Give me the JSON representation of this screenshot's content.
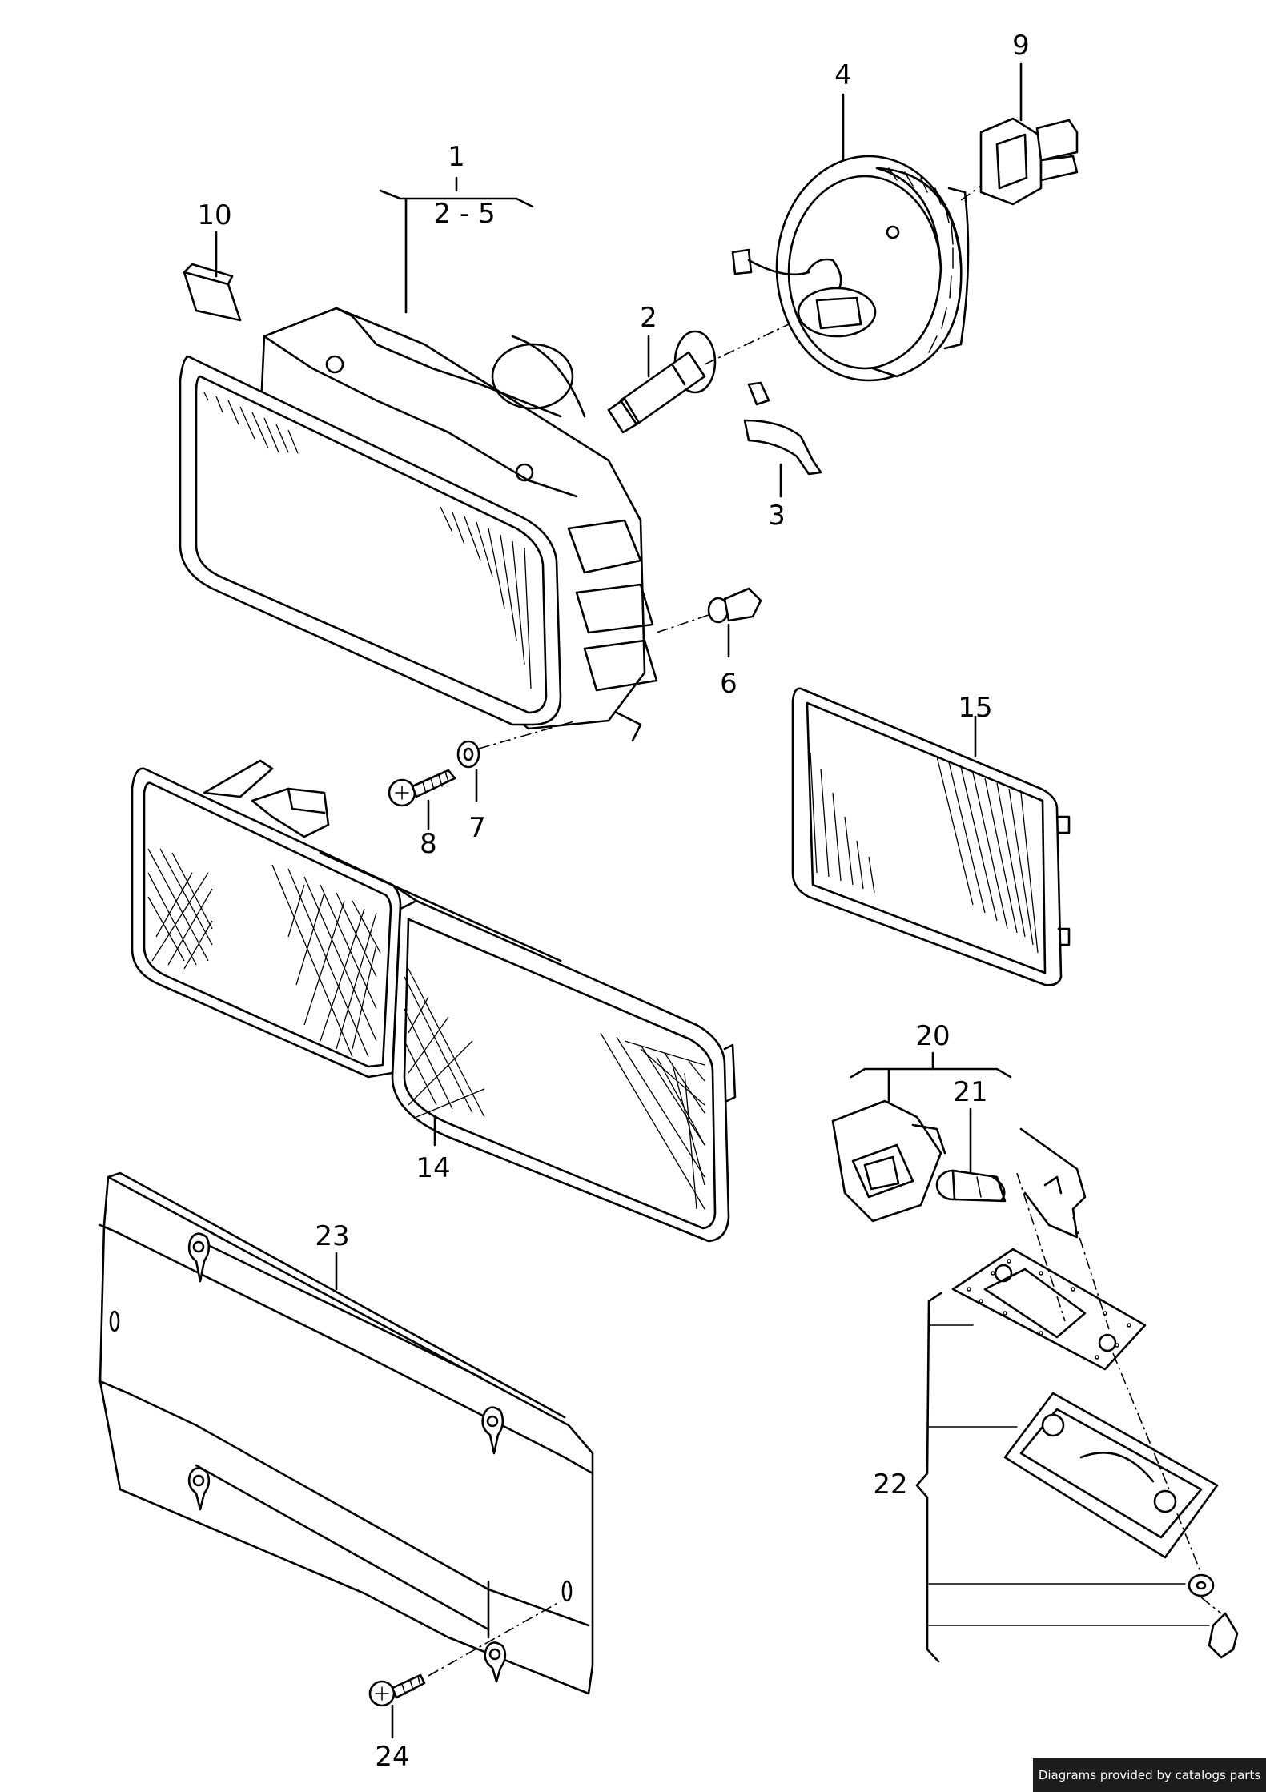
{
  "callouts": {
    "c1": "1",
    "c1_range": "2 - 5",
    "c2": "2",
    "c3": "3",
    "c4": "4",
    "c6": "6",
    "c7": "7",
    "c8": "8",
    "c9": "9",
    "c10": "10",
    "c14": "14",
    "c15": "15",
    "c20": "20",
    "c21": "21",
    "c22": "22",
    "c23": "23",
    "c24": "24"
  },
  "footer": {
    "credit": "Diagrams provided by catalogs parts"
  }
}
